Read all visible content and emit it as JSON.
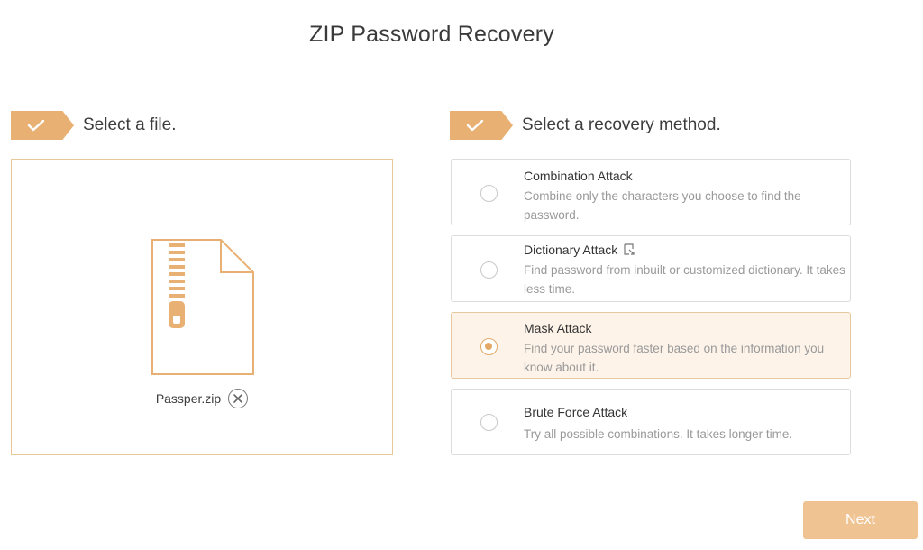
{
  "page": {
    "title": "ZIP Password Recovery"
  },
  "steps": {
    "file": {
      "label": "Select a file."
    },
    "method": {
      "label": "Select a recovery method."
    }
  },
  "file": {
    "name": "Passper.zip",
    "icon": "zip-file-icon"
  },
  "methods": [
    {
      "title": "Combination Attack",
      "description": "Combine only the characters you choose to find the password.",
      "selected": false
    },
    {
      "title": "Dictionary Attack",
      "description": "Find password from inbuilt or customized dictionary. It takes less time.",
      "selected": false,
      "icon": "external-link-icon"
    },
    {
      "title": "Mask Attack",
      "description": "Find your password faster based on the information you know about it.",
      "selected": true
    },
    {
      "title": "Brute Force Attack",
      "description": "Try all possible combinations. It takes longer time.",
      "selected": false
    }
  ],
  "actions": {
    "next_label": "Next"
  },
  "colors": {
    "accent": "#e9b073",
    "selected_bg": "#fdf3e9",
    "next_bg": "#f0c393"
  }
}
